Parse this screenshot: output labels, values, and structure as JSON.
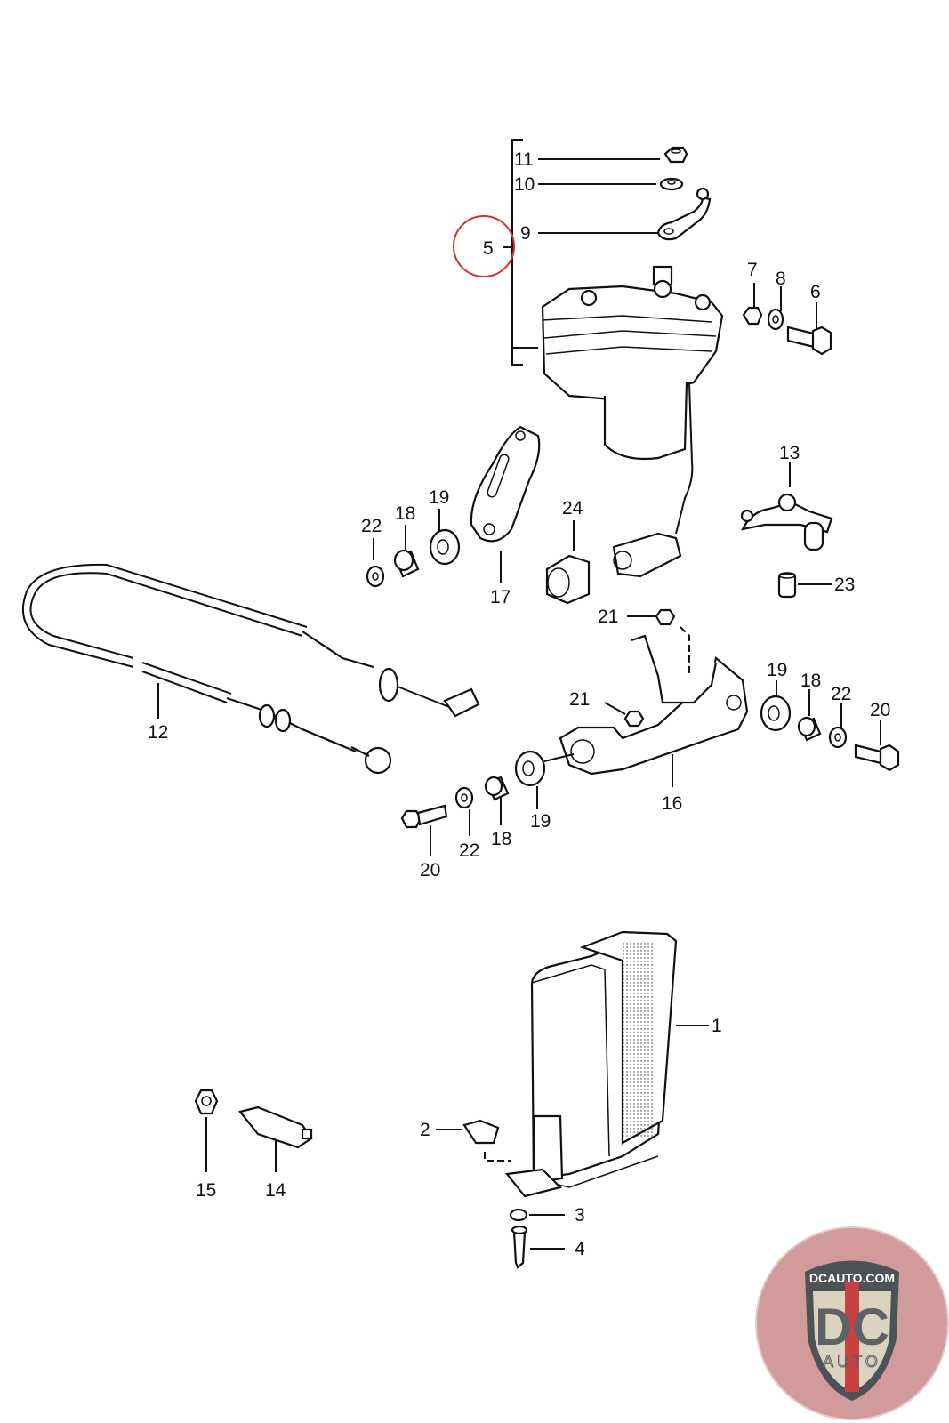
{
  "diagram": {
    "type": "exploded-parts-diagram",
    "highlighted_part": "5",
    "highlight_color": "#d32f2f",
    "callouts": [
      {
        "id": "c11",
        "label": "11",
        "part": "hex nut"
      },
      {
        "id": "c10",
        "label": "10",
        "part": "washer"
      },
      {
        "id": "c9",
        "label": "9",
        "part": "lever arm"
      },
      {
        "id": "c5",
        "label": "5",
        "part": "actuator assembly (group 9-11)"
      },
      {
        "id": "c7",
        "label": "7",
        "part": "nut"
      },
      {
        "id": "c8",
        "label": "8",
        "part": "washer"
      },
      {
        "id": "c6",
        "label": "6",
        "part": "hex bolt"
      },
      {
        "id": "c13",
        "label": "13",
        "part": "linkage lever"
      },
      {
        "id": "c24",
        "label": "24",
        "part": "connector sleeve"
      },
      {
        "id": "c23",
        "label": "23",
        "part": "bushing"
      },
      {
        "id": "c22a",
        "label": "22",
        "part": "washer"
      },
      {
        "id": "c18a",
        "label": "18",
        "part": "spacer sleeve"
      },
      {
        "id": "c19a",
        "label": "19",
        "part": "rubber mount"
      },
      {
        "id": "c17",
        "label": "17",
        "part": "mounting plate"
      },
      {
        "id": "c21a",
        "label": "21",
        "part": "nut"
      },
      {
        "id": "c21b",
        "label": "21",
        "part": "nut"
      },
      {
        "id": "c12",
        "label": "12",
        "part": "throttle cable"
      },
      {
        "id": "c19b",
        "label": "19",
        "part": "rubber mount"
      },
      {
        "id": "c18b",
        "label": "18",
        "part": "spacer sleeve"
      },
      {
        "id": "c22b",
        "label": "22",
        "part": "washer"
      },
      {
        "id": "c20a",
        "label": "20",
        "part": "bolt"
      },
      {
        "id": "c16",
        "label": "16",
        "part": "bracket"
      },
      {
        "id": "c20b",
        "label": "20",
        "part": "bolt"
      },
      {
        "id": "c22c",
        "label": "22",
        "part": "washer"
      },
      {
        "id": "c18c",
        "label": "18",
        "part": "spacer sleeve"
      },
      {
        "id": "c19c",
        "label": "19",
        "part": "rubber mount"
      },
      {
        "id": "c1",
        "label": "1",
        "part": "control unit"
      },
      {
        "id": "c2",
        "label": "2",
        "part": "clip nut"
      },
      {
        "id": "c3",
        "label": "3",
        "part": "washer"
      },
      {
        "id": "c4",
        "label": "4",
        "part": "screw"
      },
      {
        "id": "c15",
        "label": "15",
        "part": "nut"
      },
      {
        "id": "c14",
        "label": "14",
        "part": "switch"
      }
    ]
  },
  "watermark": {
    "top_text": "DCAUTO.COM",
    "monogram": "DC",
    "sub_text": "AUTO",
    "accent_color": "#c94040",
    "shield_color": "#d9d3bf",
    "letter_color": "#5e6166"
  }
}
